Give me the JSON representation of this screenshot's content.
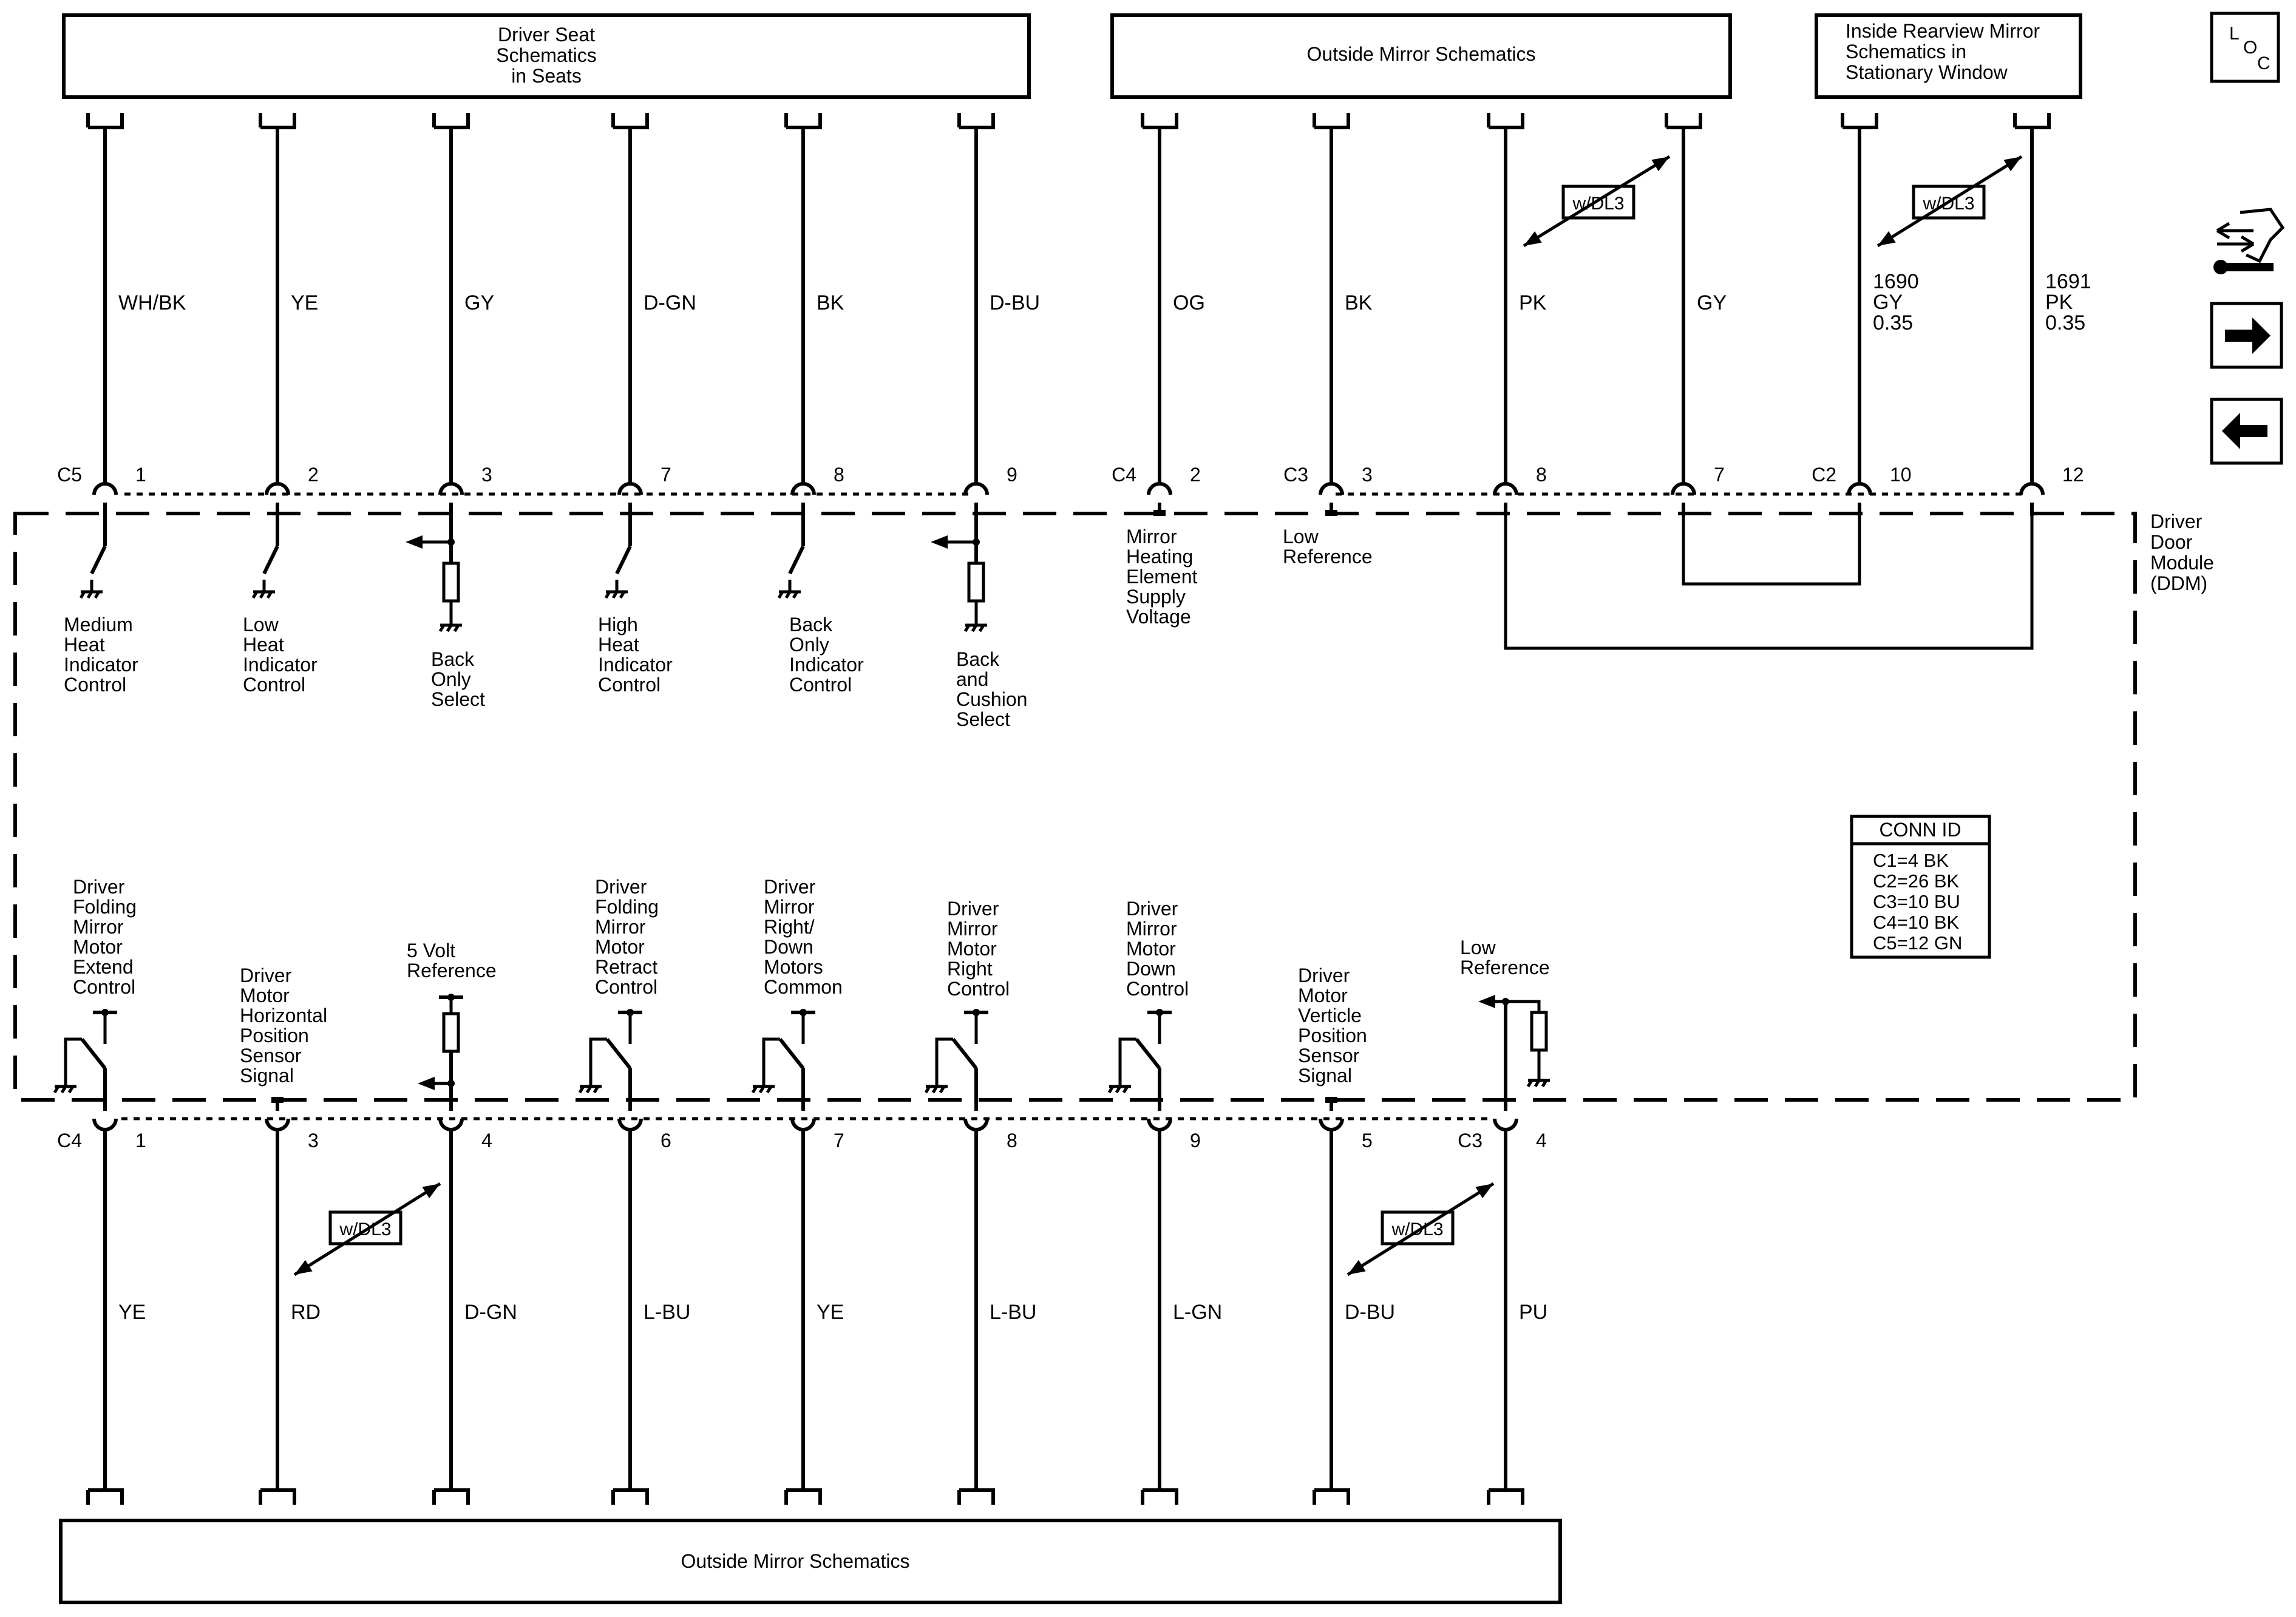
{
  "components": {
    "driver_seat": "Driver Seat\nSchematics\nin Seats",
    "outside_mirror_top": "Outside Mirror Schematics",
    "inside_mirror": "Inside Rearview Mirror\nSchematics in\nStationary Window",
    "outside_mirror_bottom": "Outside Mirror Schematics",
    "module": "Driver\nDoor\nModule\n(DDM)"
  },
  "option_label": "w/DL3",
  "nav": {
    "loc": "LOC"
  },
  "top_wires": [
    {
      "color": "WH/BK",
      "pin": "1",
      "connector": "C5",
      "label": "Medium\nHeat\nIndicator\nControl"
    },
    {
      "color": "YE",
      "pin": "2",
      "label": "Low\nHeat\nIndicator\nControl"
    },
    {
      "color": "GY",
      "pin": "3",
      "label": "Back\nOnly\nSelect"
    },
    {
      "color": "D-GN",
      "pin": "7",
      "label": "High\nHeat\nIndicator\nControl"
    },
    {
      "color": "BK",
      "pin": "8",
      "label": "Back\nOnly\nIndicator\nControl"
    },
    {
      "color": "D-BU",
      "pin": "9",
      "label": "Back\nand\nCushion\nSelect"
    },
    {
      "color": "OG",
      "pin": "2",
      "connector": "C4",
      "label": "Mirror\nHeating\nElement\nSupply\nVoltage"
    },
    {
      "color": "BK",
      "pin": "3",
      "connector": "C3",
      "label": "Low\nReference"
    },
    {
      "color": "PK",
      "pin": "8",
      "label": ""
    },
    {
      "color": "GY",
      "pin": "7",
      "label": ""
    },
    {
      "color": "1690\nGY\n0.35",
      "pin": "10",
      "connector": "C2",
      "label": ""
    },
    {
      "color": "1691\nPK\n0.35",
      "pin": "12",
      "label": ""
    }
  ],
  "bottom_wires": [
    {
      "color": "YE",
      "pin": "1",
      "connector": "C4",
      "label": "Driver\nFolding\nMirror\nMotor\nExtend\nControl"
    },
    {
      "color": "RD",
      "pin": "3",
      "label": "Driver\nMotor\nHorizontal\nPosition\nSensor\nSignal"
    },
    {
      "color": "D-GN",
      "pin": "4",
      "label": "5 Volt\nReference"
    },
    {
      "color": "L-BU",
      "pin": "6",
      "label": "Driver\nFolding\nMirror\nMotor\nRetract\nControl"
    },
    {
      "color": "YE",
      "pin": "7",
      "label": "Driver\nMirror\nRight/\nDown\nMotors\nCommon"
    },
    {
      "color": "L-BU",
      "pin": "8",
      "label": "Driver\nMirror\nMotor\nRight\nControl"
    },
    {
      "color": "L-GN",
      "pin": "9",
      "label": "Driver\nMirror\nMotor\nDown\nControl"
    },
    {
      "color": "D-BU",
      "pin": "5",
      "label": "Driver\nMotor\nVerticle\nPosition\nSensor\nSignal"
    },
    {
      "color": "PU",
      "pin": "4",
      "connector": "C3",
      "label": "Low\nReference"
    }
  ],
  "conn_id": {
    "title": "CONN ID",
    "rows": [
      "C1=4 BK",
      "C2=26 BK",
      "C3=10 BU",
      "C4=10 BK",
      "C5=12 GN"
    ]
  }
}
